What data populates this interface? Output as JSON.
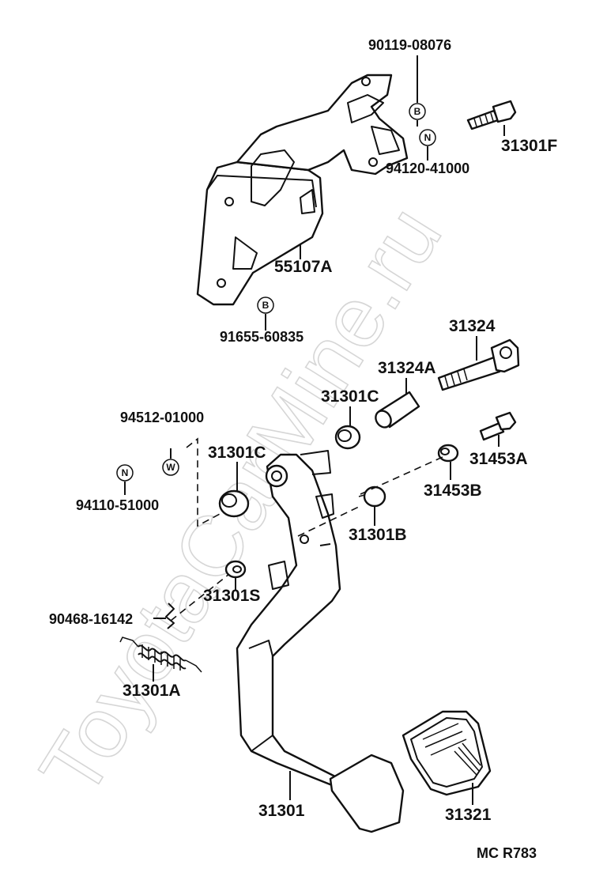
{
  "watermark": "ToyotaCarMine.ru",
  "diagram_code": "MC R783",
  "markers": {
    "b": "B",
    "n": "N",
    "w": "W"
  },
  "parts": {
    "p90119": "90119-08076",
    "p31301F": "31301F",
    "p94120": "94120-41000",
    "p55107A": "55107A",
    "p91655": "91655-60835",
    "p31324": "31324",
    "p31324A": "31324A",
    "p31301C_top": "31301C",
    "p94512": "94512-01000",
    "p31301C_left": "31301C",
    "p31453A": "31453A",
    "p31453B": "31453B",
    "p94110": "94110-51000",
    "p31301B": "31301B",
    "p31301S": "31301S",
    "p90468": "90468-16142",
    "p31301A": "31301A",
    "p31301": "31301",
    "p31321": "31321"
  }
}
